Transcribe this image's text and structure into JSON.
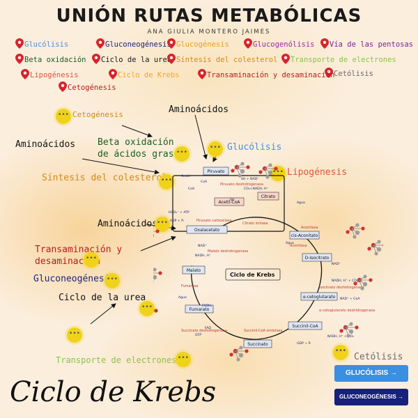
{
  "header": {
    "title": "UNIÓN RUTAS METABÓLICAS",
    "author": "ANA GIULIA MONTERO JAIMES"
  },
  "colors": {
    "pin": "#d9222a",
    "dot": "#f0d21a",
    "btn_glucolisis": "#3a8fe0",
    "btn_gluconeogenesis": "#17207a"
  },
  "index_links": [
    {
      "label": "Glucólisis",
      "color": "#4a90d9"
    },
    {
      "label": "Gluconeogénesis",
      "color": "#1a237e"
    },
    {
      "label": "Glucogénesis",
      "color": "#e8a117"
    },
    {
      "label": "Glucogenólisis",
      "color": "#9c27b0"
    },
    {
      "label": "Vía de las pentosas",
      "color": "#7b1fa2"
    },
    {
      "label": "Beta oxidación",
      "color": "#1b5e20"
    },
    {
      "label": "Ciclo de la urea",
      "color": "#1a1a1a"
    },
    {
      "label": "Síntesis del colesterol",
      "color": "#d08a1a"
    },
    {
      "label": "Transporte de electrones",
      "color": "#8bc34a"
    },
    {
      "label": "Cetólisis",
      "color": "#6b6b6b"
    },
    {
      "label": "Lipogénesis",
      "color": "#e0533e"
    },
    {
      "label": "Ciclo de Krebs",
      "color": "#f5a623"
    },
    {
      "label": "Transaminación y desaminación",
      "color": "#b71c1c"
    },
    {
      "label": "Cetogénesis",
      "color": "#b71c1c"
    }
  ],
  "map_labels": {
    "cetogenesis": "Cetogénesis",
    "aminoacidos_top": "Aminoácidos",
    "beta_oxidacion": "Beta oxidación\nde ácidos grasos",
    "aminoacidos_left": "Aminoácidos",
    "glucolisis": "Glucólisis",
    "sintesis_colesterol": "Síntesis del colesterol",
    "lipogenesis": "Lipogénesis",
    "aminoacidos_mid": "Aminoácidos",
    "transaminacion": "Transaminación y\ndesaminación",
    "gluconeogenesis": "Gluconeogénesis",
    "ciclo_urea": "Ciclo de la urea",
    "transporte": "Transporte de electrones",
    "cetolisis": "Cetólisis"
  },
  "cycle": {
    "center_label": "Ciclo de Krebs",
    "metabolites": [
      "Piruvato",
      "Acetil-CoA",
      "Citrato",
      "cis-Aconitato",
      "D-Isocitrato",
      "α-cetoglutarato",
      "Succinil-CoA",
      "Succinato",
      "Fumarato",
      "Malato",
      "Oxalacetato"
    ],
    "enzymes": [
      "Piruvato deshidrogenasa",
      "Piruvato carboxilasa",
      "Citrato sintasa",
      "Aconitasa",
      "Aconitasa",
      "Isocitrato deshidrogenasa",
      "α-cetoglutarato deshidrogenasa",
      "Succinil-CoA sintetasa",
      "Succinato deshidrogenasa",
      "Fumarasa",
      "Malato deshidrogenasa"
    ],
    "cofactors": [
      "CoA",
      "SH + NAD⁺",
      "CO₂+NADH, H⁺",
      "Agua",
      "Agua",
      "NAD⁺",
      "NADH, H⁺ + CO₂",
      "NAD⁺ + CoA",
      "NADH, H⁺ + CO₂",
      "GDP + Pᵢ",
      "GTP",
      "FAD",
      "FADH₂",
      "Agua",
      "NAD⁺",
      "NADH, H⁺",
      "HCO₃⁻ + ATP",
      "ADP + Pᵢ",
      "CoA",
      "SH",
      "Acetil"
    ]
  },
  "footer": {
    "krebs": "Ciclo de Krebs",
    "btn_glucolisis": "GLUCÓLISIS →",
    "btn_gluconeogenesis": "GLUCONEOGÉNESIS →"
  },
  "dot_label": "•••"
}
